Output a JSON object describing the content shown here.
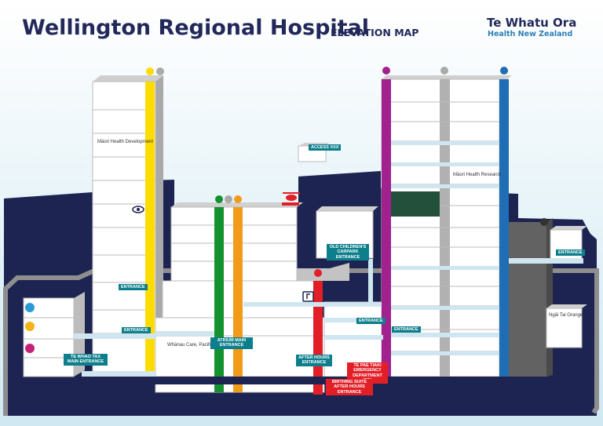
{
  "header": {
    "title": "Wellington Regional Hospital",
    "subtitle": "ELEVATION MAP",
    "brand": "Te Whatu Ora",
    "brand_sub": "Health New Zealand"
  },
  "building_labels": {
    "maori_health": "Māori Health Development",
    "maori_health_research": "Māori Health Research",
    "whanau_care": "Whānau Care, Pacific Health",
    "ngai_tai_orange": "Ngāi Tai Orange"
  },
  "entrances": {
    "access_xxx": "ACCESS XXX",
    "entrance_upper_left": "ENTRANCE",
    "entrance_left": "ENTRANCE",
    "te_whao": "TE WHAO TAX MAIN ENTRANCE",
    "atrium": "ATRIUM MAIN ENTRANCE",
    "after_hours": "AFTER HOURS ENTRANCE",
    "carpark": "OLD CHILDREN'S CARPARK ENTRANCE",
    "entrance_mid": "ENTRANCE",
    "entrance_right_mid": "ENTRANCE",
    "entrance_far_right": "ENTRANCE",
    "emergency": "TE PAE TIAKI EMERGENCY DEPARTMENT (ED)",
    "birthing": "BIRTHING SUITE AFTER HOURS ENTRANCE"
  },
  "colors": {
    "navy": "#1d2451",
    "sky": "#d9eef5",
    "yellow": "#fedc00",
    "green": "#13922f",
    "orange": "#f29a1a",
    "red": "#e21e26",
    "purple": "#a1218f",
    "blue": "#1f6db4",
    "teal": "#0d7f8c",
    "dark_green": "#23503a",
    "grey": "#9b9b9b"
  },
  "icons": [
    "lift-icon",
    "helipad-icon",
    "eye-icon",
    "access-icon",
    "mascot-icon"
  ]
}
